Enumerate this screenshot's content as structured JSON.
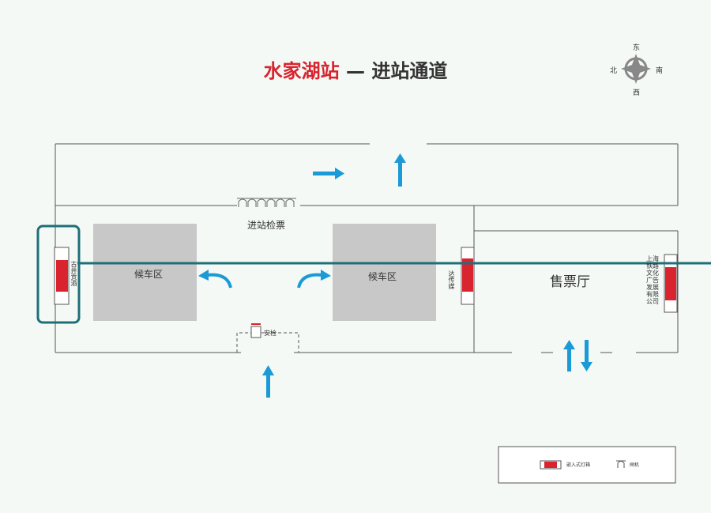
{
  "title": {
    "station": "水家湖站",
    "separator": " — ",
    "area": "进站通道"
  },
  "compass": {
    "north": "北",
    "east": "东",
    "south": "南",
    "west": "西"
  },
  "areas": {
    "waiting_left": "候车区",
    "waiting_right": "候车区",
    "ticket_hall": "售票厅",
    "ticket_gate": "进站检票",
    "security": "安检"
  },
  "vertical_labels": {
    "left_panel": "古井贡酒",
    "middle_panel": "达传媒",
    "right_panel": "上海铁路文化广告发展有限公司"
  },
  "legend": {
    "lightbox": "嵌入式灯箱",
    "gate": "闸机"
  },
  "colors": {
    "accent_red": "#d9232e",
    "arrow_blue": "#1a9ad6",
    "highlight_teal": "#1f6f78",
    "waiting_grey": "#c8c8c8"
  }
}
